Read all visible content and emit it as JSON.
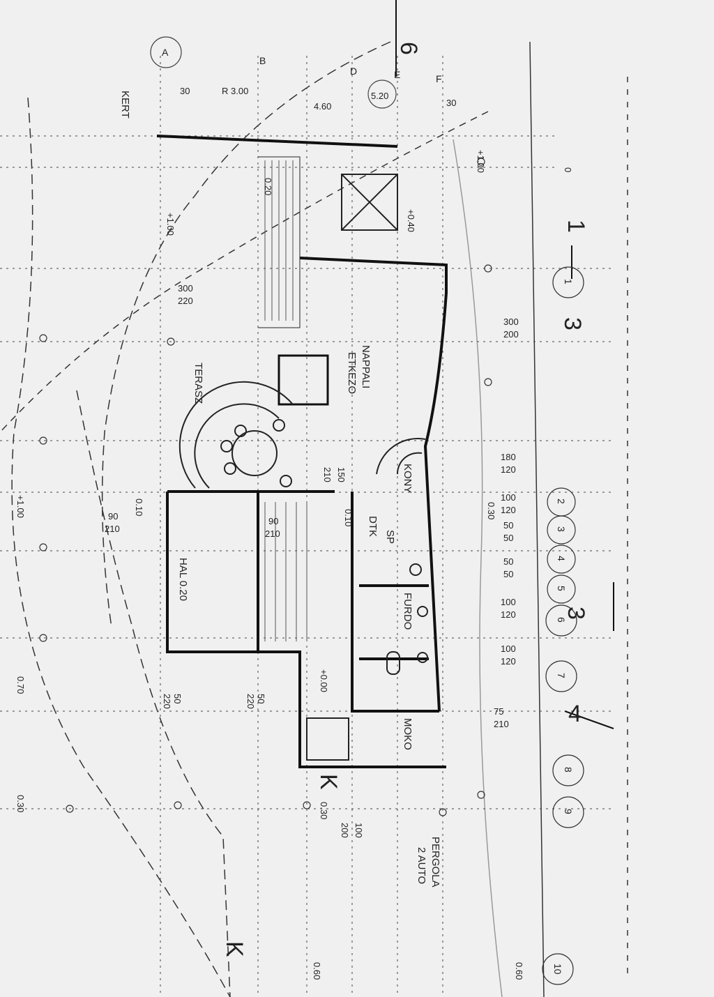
{
  "title_sheet_marks": {
    "section_6": "6",
    "section_1": "1",
    "section_3": "3",
    "section_4": "4",
    "section_k": "K"
  },
  "column_axes": [
    "A",
    "B",
    "D",
    "E",
    "F"
  ],
  "row_axes": [
    "1",
    "2",
    "3",
    "4",
    "5",
    "6",
    "7",
    "8",
    "9",
    "10"
  ],
  "rooms": {
    "garden": "KERT",
    "terrace": "TERASZ",
    "living": "NAPPALI",
    "dining": "ETKEZO",
    "kitchen": "KONY",
    "hall": "HAL 0.20",
    "bath": "FURDO",
    "pantry": "SP",
    "boiler": "MOKO",
    "pergola": "PERGOLA",
    "cars": "2 AUTO",
    "wc": "DTK"
  },
  "top_dims": [
    "30",
    "R 3.00",
    "4.60",
    "5.20",
    "30"
  ],
  "levels": [
    "+1.00",
    "+1.00",
    "+0.40",
    "+1.00",
    "0.10",
    "0.70",
    "0.30",
    "0.30",
    "+0.00",
    "0.30",
    "0.60",
    "0.60",
    "0",
    "0.20",
    "0.10"
  ],
  "openings_right": [
    {
      "w": "300",
      "h": "200"
    },
    {
      "w": "180",
      "h": "120"
    },
    {
      "w": "100",
      "h": "120"
    },
    {
      "w": "50",
      "h": "50"
    },
    {
      "w": "50",
      "h": "50"
    },
    {
      "w": "100",
      "h": "120"
    },
    {
      "w": "100",
      "h": "120"
    },
    {
      "w": "75",
      "h": "210"
    }
  ],
  "openings_left": [
    {
      "w": "300",
      "h": "220"
    },
    {
      "w": "90",
      "h": "210"
    },
    {
      "w": "90",
      "h": "210"
    },
    {
      "w": "210",
      "h": "150"
    },
    {
      "w": "50",
      "h": "220"
    },
    {
      "w": "50",
      "h": "220"
    },
    {
      "w": "100",
      "h": "200"
    }
  ]
}
